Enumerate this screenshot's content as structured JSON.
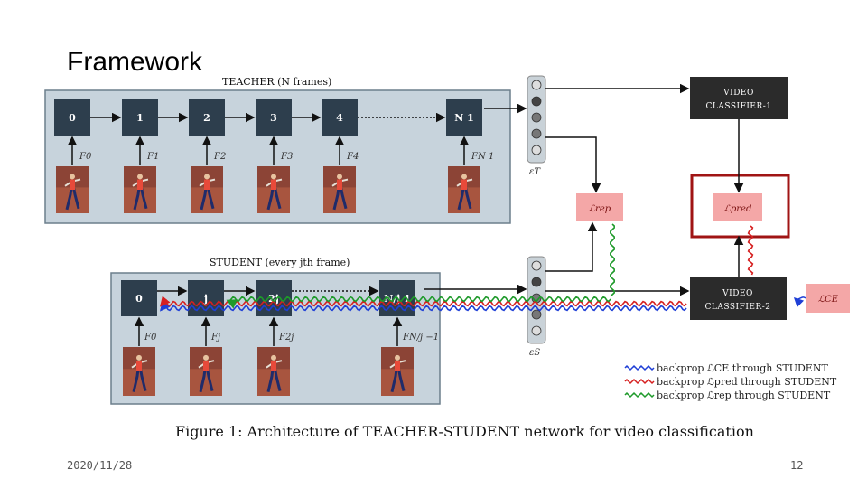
{
  "slide": {
    "title": "Framework",
    "date": "2020/11/28",
    "page": "12"
  },
  "teacher": {
    "heading": "TEACHER (N frames)",
    "nodes": [
      "0",
      "1",
      "2",
      "3",
      "4",
      "N   1"
    ],
    "features": [
      "F0",
      "F1",
      "F2",
      "F3",
      "F4",
      "FN 1"
    ]
  },
  "student": {
    "heading": "STUDENT (every jth frame)",
    "nodes": [
      "0",
      "j",
      "2j",
      "N/j   1"
    ],
    "features": [
      "F0",
      "Fj",
      "F2j",
      "FN/j −1"
    ]
  },
  "embeddings": {
    "teacher_label": "εT",
    "student_label": "εS"
  },
  "classifiers": {
    "teacher": [
      "VIDEO",
      "CLASSIFIER-1"
    ],
    "student": [
      "VIDEO",
      "CLASSIFIER-2"
    ]
  },
  "losses": {
    "rep": "ℒrep",
    "pred": "ℒpred",
    "ce": "ℒCE"
  },
  "legend": [
    {
      "text": "backprop ℒCE through STUDENT",
      "color": "#1f3fd6"
    },
    {
      "text": "backprop ℒpred through STUDENT",
      "color": "#d62020"
    },
    {
      "text": "backprop ℒrep through STUDENT",
      "color": "#1e9a2a"
    }
  ],
  "caption": "Figure 1:  Architecture of TEACHER-STUDENT network for video classification",
  "colors": {
    "highlight": "#a01414",
    "node": "#2d3e4d",
    "panel": "#c7d3dc",
    "loss": "#f4a7a7"
  }
}
